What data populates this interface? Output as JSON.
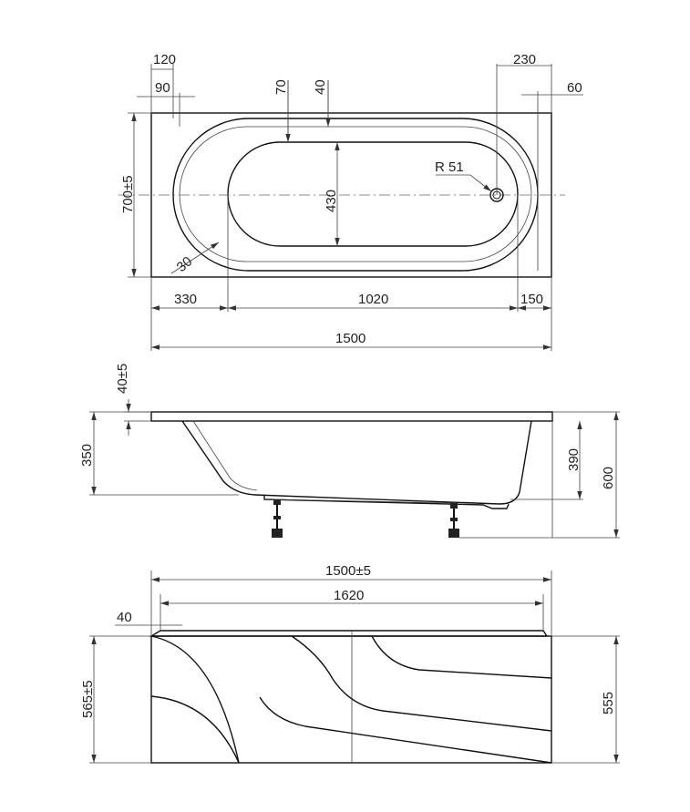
{
  "top_view": {
    "d_120": "120",
    "d_90": "90",
    "d_70": "70",
    "d_40": "40",
    "d_230": "230",
    "d_60": "60",
    "d_width": "700±5",
    "d_430": "430",
    "d_radius": "R 51",
    "d_30": "30",
    "d_330": "330",
    "d_1020": "1020",
    "d_150": "150",
    "d_1500": "1500"
  },
  "side_view": {
    "d_rim": "40±5",
    "d_350": "350",
    "d_390": "390",
    "d_600": "600"
  },
  "panel_view": {
    "d_1500": "1500±5",
    "d_1620": "1620",
    "d_40": "40",
    "d_565": "565±5",
    "d_555": "555"
  }
}
